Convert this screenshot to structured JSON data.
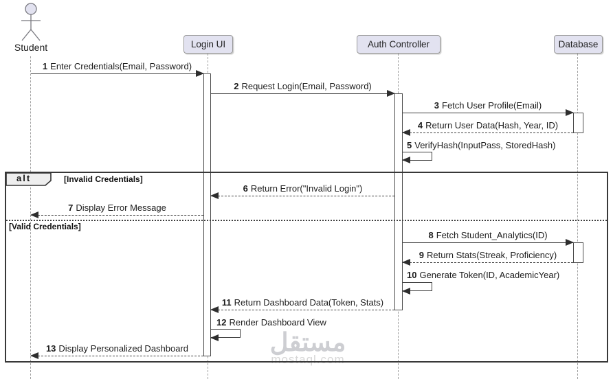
{
  "diagram_type": "uml-sequence",
  "participants": [
    {
      "name": "Student",
      "kind": "actor"
    },
    {
      "name": "Login UI",
      "kind": "participant"
    },
    {
      "name": "Auth Controller",
      "kind": "participant"
    },
    {
      "name": "Database",
      "kind": "participant"
    }
  ],
  "messages": [
    {
      "num": "1",
      "text": "Enter Credentials(Email, Password)",
      "from": "Student",
      "to": "Login UI",
      "line": "solid",
      "direction": "right"
    },
    {
      "num": "2",
      "text": "Request Login(Email, Password)",
      "from": "Login UI",
      "to": "Auth Controller",
      "line": "solid",
      "direction": "right"
    },
    {
      "num": "3",
      "text": "Fetch User Profile(Email)",
      "from": "Auth Controller",
      "to": "Database",
      "line": "solid",
      "direction": "right"
    },
    {
      "num": "4",
      "text": "Return User Data(Hash, Year, ID)",
      "from": "Database",
      "to": "Auth Controller",
      "line": "dashed",
      "direction": "left"
    },
    {
      "num": "5",
      "text": "VerifyHash(InputPass, StoredHash)",
      "from": "Auth Controller",
      "to": "Auth Controller",
      "line": "solid",
      "direction": "self"
    },
    {
      "num": "6",
      "text": "Return Error(\"Invalid Login\")",
      "from": "Auth Controller",
      "to": "Login UI",
      "line": "dashed",
      "direction": "left"
    },
    {
      "num": "7",
      "text": "Display Error Message",
      "from": "Login UI",
      "to": "Student",
      "line": "dashed",
      "direction": "left"
    },
    {
      "num": "8",
      "text": "Fetch Student_Analytics(ID)",
      "from": "Auth Controller",
      "to": "Database",
      "line": "solid",
      "direction": "right"
    },
    {
      "num": "9",
      "text": "Return Stats(Streak, Proficiency)",
      "from": "Database",
      "to": "Auth Controller",
      "line": "dashed",
      "direction": "left"
    },
    {
      "num": "10",
      "text": "Generate Token(ID, AcademicYear)",
      "from": "Auth Controller",
      "to": "Auth Controller",
      "line": "solid",
      "direction": "self"
    },
    {
      "num": "11",
      "text": "Return Dashboard Data(Token, Stats)",
      "from": "Auth Controller",
      "to": "Login UI",
      "line": "dashed",
      "direction": "left"
    },
    {
      "num": "12",
      "text": "Render Dashboard View",
      "from": "Login UI",
      "to": "Login UI",
      "line": "solid",
      "direction": "self"
    },
    {
      "num": "13",
      "text": "Display Personalized Dashboard",
      "from": "Login UI",
      "to": "Student",
      "line": "dashed",
      "direction": "left"
    }
  ],
  "alt_frame": {
    "operator": "alt",
    "guard_invalid": "[Invalid Credentials]",
    "guard_valid": "[Valid Credentials]"
  },
  "watermark": {
    "logo_text": "مستقل",
    "site_text": "mostaql.com"
  },
  "colors": {
    "participant_fill": "#E2E2F0",
    "participant_border": "#9A9A9A",
    "lifeline": "#A0A0A0",
    "message_line": "#3C3C3C",
    "frame_border": "#383838",
    "operator_fill": "#EEEEEE",
    "watermark": "#D2D2D2"
  }
}
